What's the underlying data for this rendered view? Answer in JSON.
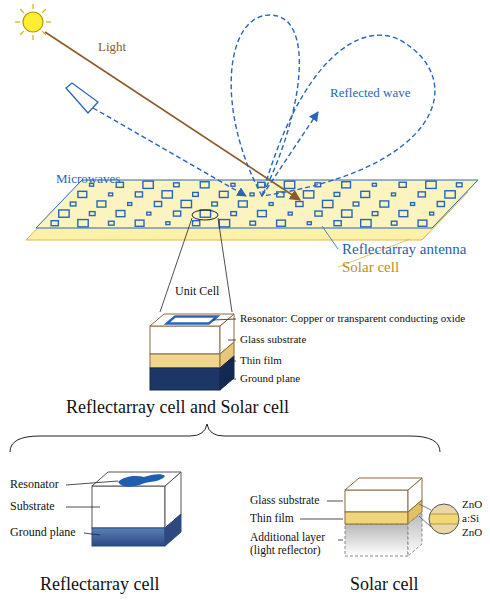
{
  "diagram": {
    "labels": [
      "Light",
      "Reflected wave",
      "Microwaves",
      "Reflectarray antenna",
      "Solar cell",
      "Unit Cell",
      "Resonator: Copper or transparent conducting oxide",
      "Glass substrate",
      "Thin film",
      "Ground plane",
      "Reflectarray cell and Solar cell",
      "Resonator",
      "Substrate",
      "Ground plane",
      "Reflectarray cell",
      "Glass substrate",
      "Thin film",
      "Additional layer (light reflector)",
      "Solar cell",
      "ZnO",
      "a:Si",
      "ZnO"
    ]
  }
}
